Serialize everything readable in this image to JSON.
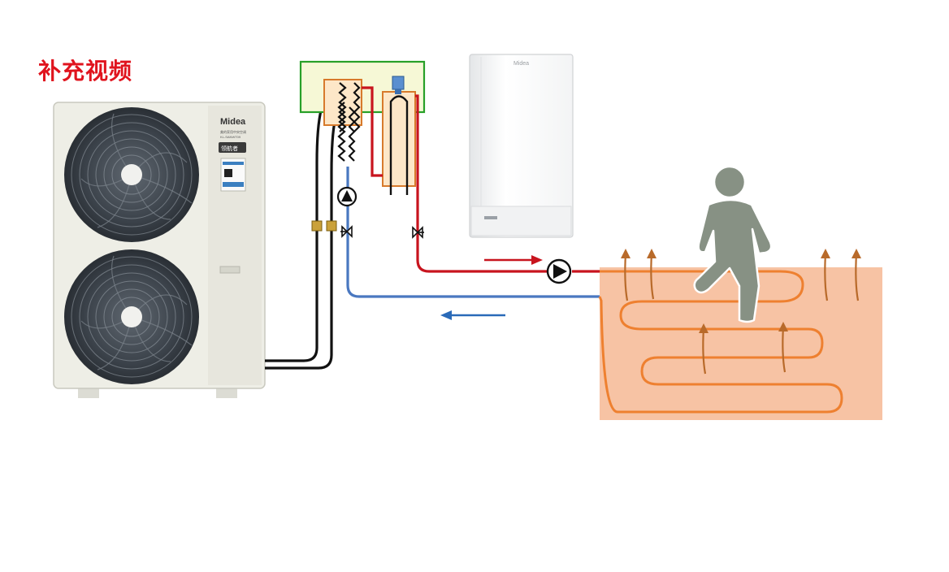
{
  "title": "补充视频",
  "outdoor_unit": {
    "brand": "Midea",
    "badge": "领航者",
    "label_lines": [
      "美的家用中央空调",
      "KL-SANWT09"
    ]
  },
  "colors": {
    "title": "#e0141e",
    "hot_pipe": "#c8141e",
    "cold_pipe": "#4a78c0",
    "refrigerant": "#111111",
    "floor": "#f6b894",
    "floor_coil": "#ee8030",
    "heat_arrow": "#b86a2a",
    "hydro_box_fill": "#f6f8d6",
    "hydro_box_border": "#28a028",
    "person": "#879184"
  },
  "icons": [
    "fan-icon",
    "pump-icon",
    "valve-icon",
    "person-icon",
    "arrow-icon"
  ]
}
